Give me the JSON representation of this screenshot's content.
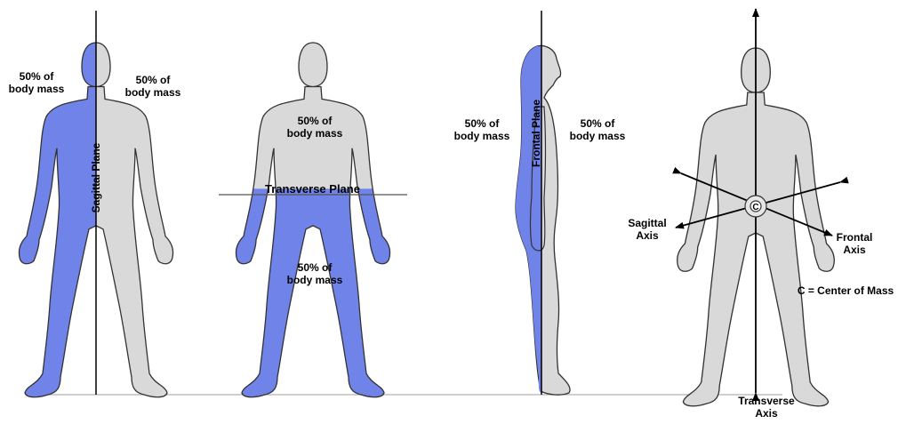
{
  "colors": {
    "blue_half": "#6f83e8",
    "grey_half": "#d9d9d9",
    "outline": "#333333",
    "axis_line": "#000000",
    "ground_line": "#bfbfbf"
  },
  "figure1": {
    "left_label_line1": "50% of",
    "left_label_line2": "body mass",
    "right_label_line1": "50% of",
    "right_label_line2": "body mass",
    "plane_label": "Sagittal Plane"
  },
  "figure2": {
    "top_label_line1": "50% of",
    "top_label_line2": "body mass",
    "plane_label": "Transverse Plane",
    "bottom_label_line1": "50% of",
    "bottom_label_line2": "body mass"
  },
  "figure3": {
    "left_label_line1": "50% of",
    "left_label_line2": "body mass",
    "plane_label": "Frontal Plane",
    "right_label_line1": "50% of",
    "right_label_line2": "body mass"
  },
  "figure4": {
    "center_marker": "C",
    "sagittal_axis_line1": "Sagittal",
    "sagittal_axis_line2": "Axis",
    "frontal_axis_line1": "Frontal",
    "frontal_axis_line2": "Axis",
    "transverse_axis_line1": "Transverse",
    "transverse_axis_line2": "Axis",
    "center_of_mass_note": "C = Center of Mass"
  }
}
